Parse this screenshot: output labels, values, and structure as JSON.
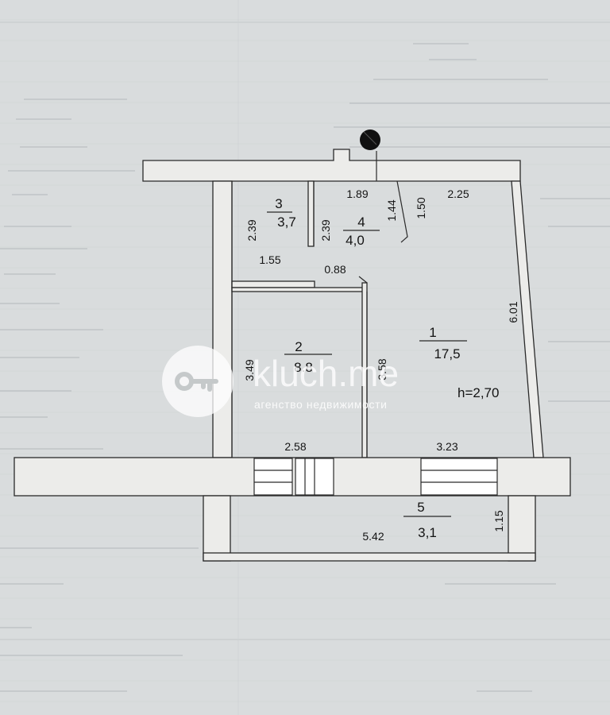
{
  "rooms": [
    {
      "number": "1",
      "area": "17,5"
    },
    {
      "number": "2",
      "area": "8.8"
    },
    {
      "number": "3",
      "area": "3,7"
    },
    {
      "number": "4",
      "area": "4,0"
    },
    {
      "number": "5",
      "area": "3,1"
    }
  ],
  "dimensions": {
    "room3_height": "2.39",
    "room3_width": "1.55",
    "room4_height": "2.39",
    "room4_top": "1.89",
    "room4_side": "1.44",
    "door_width": "0.88",
    "room1_top_left": "1.50",
    "room1_top_right": "2.25",
    "room1_height": "6.01",
    "room1_inner_height": "3.58",
    "room2_height": "3.49",
    "room2_width": "2.58",
    "room1_width": "3.23",
    "balcony_length": "5.42",
    "balcony_depth": "1.15"
  },
  "ceiling_height": "h=2,70",
  "watermark": {
    "brand": "kluch.me",
    "tagline": "агенство недвижимости",
    "icon": "key-icon"
  },
  "colors": {
    "paper": "#d9dcdd",
    "wall": "#ececea",
    "line": "#2a2a2a",
    "watermark": "#ffffff"
  }
}
